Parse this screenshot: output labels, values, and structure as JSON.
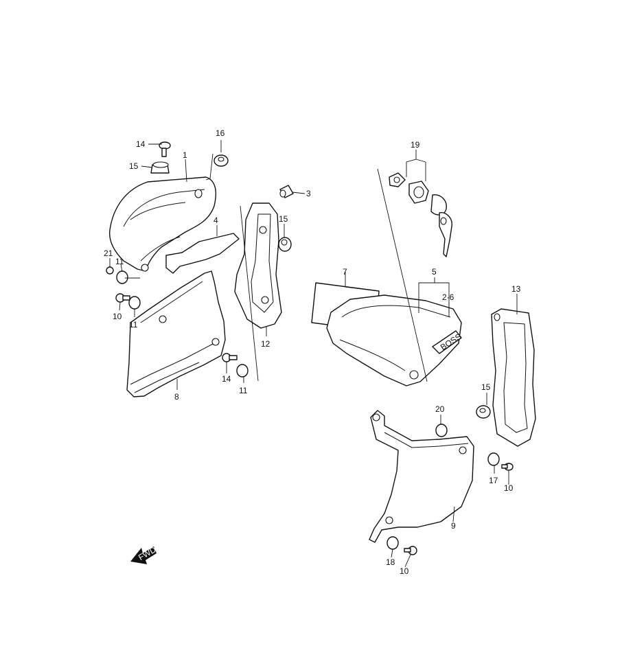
{
  "diagram": {
    "callouts": {
      "c1": "1",
      "c2_6": "2·6",
      "c3": "3",
      "c4": "4",
      "c5": "5",
      "c7": "7",
      "c8": "8",
      "c9": "9",
      "c10a": "10",
      "c10b": "10",
      "c10c": "10",
      "c11a": "11",
      "c11b": "11",
      "c11c": "11",
      "c12": "12",
      "c13": "13",
      "c14a": "14",
      "c14b": "14",
      "c15a": "15",
      "c15b": "15",
      "c15c": "15",
      "c16": "16",
      "c17": "17",
      "c18": "18",
      "c19": "19",
      "c20": "20",
      "c21": "21"
    },
    "fwd_label": "FWD",
    "emblem_text": "BOSS"
  }
}
